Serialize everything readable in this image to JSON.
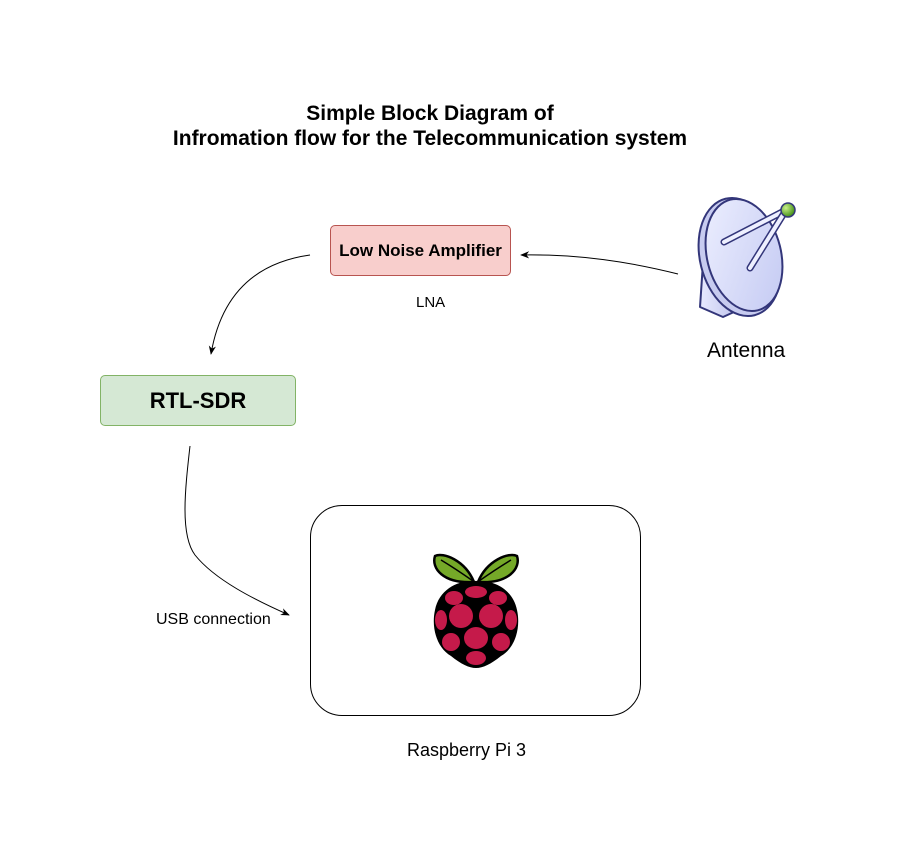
{
  "title": {
    "line1": "Simple Block Diagram of",
    "line2": "Infromation flow for the Telecommunication system"
  },
  "nodes": {
    "lna": {
      "label": "Low Noise Amplifier",
      "sublabel": "LNA"
    },
    "rtl_sdr": {
      "label": "RTL-SDR"
    },
    "raspberry_pi": {
      "label": "Raspberry Pi 3"
    },
    "antenna": {
      "label": "Antenna"
    }
  },
  "edges": {
    "sdr_to_pi": {
      "label": "USB connection"
    }
  },
  "icons": {
    "antenna": "satellite-dish-icon",
    "raspberry_pi": "raspberry-pi-logo-icon"
  },
  "colors": {
    "lna_fill": "#f8cecc",
    "lna_stroke": "#b85450",
    "sdr_fill": "#d5e8d4",
    "sdr_stroke": "#82b366",
    "raspberry_red": "#c51a4a",
    "leaf_green": "#75a928"
  }
}
